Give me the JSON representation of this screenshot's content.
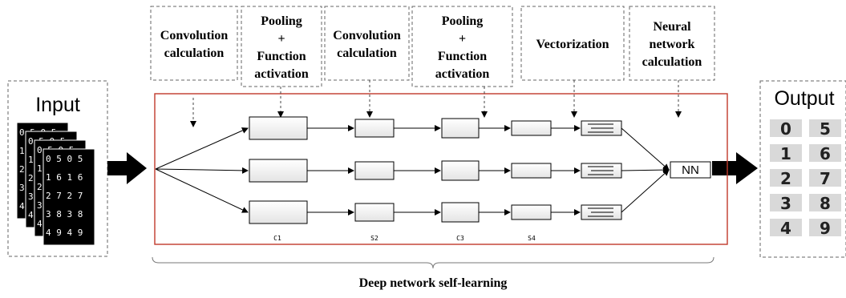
{
  "steps": [
    {
      "lines": [
        "Convolution",
        "calculation"
      ]
    },
    {
      "lines": [
        "Pooling",
        "+",
        "Function",
        "activation"
      ]
    },
    {
      "lines": [
        "Convolution",
        "calculation"
      ]
    },
    {
      "lines": [
        "Pooling",
        "+",
        "Function",
        "activation"
      ]
    },
    {
      "lines": [
        "Vectorization"
      ]
    },
    {
      "lines": [
        "Neural",
        "network",
        "calculation"
      ]
    }
  ],
  "input_label": "Input",
  "output_label": "Output",
  "output_digits": [
    "0",
    "5",
    "1",
    "6",
    "2",
    "7",
    "3",
    "8",
    "4",
    "9"
  ],
  "stage_labels": [
    "C1",
    "S2",
    "C3",
    "S4"
  ],
  "nn_label": "NN",
  "bottom_label": "Deep network self-learning",
  "input_sample_rows": [
    "0 5 0 5",
    "1 6 1 6",
    "2 7 2 7",
    "3 8 3 8",
    "4 9 4 9"
  ],
  "colors": {
    "frame": "#c0392b",
    "dashed": "#666666",
    "arrow": "#000000"
  }
}
